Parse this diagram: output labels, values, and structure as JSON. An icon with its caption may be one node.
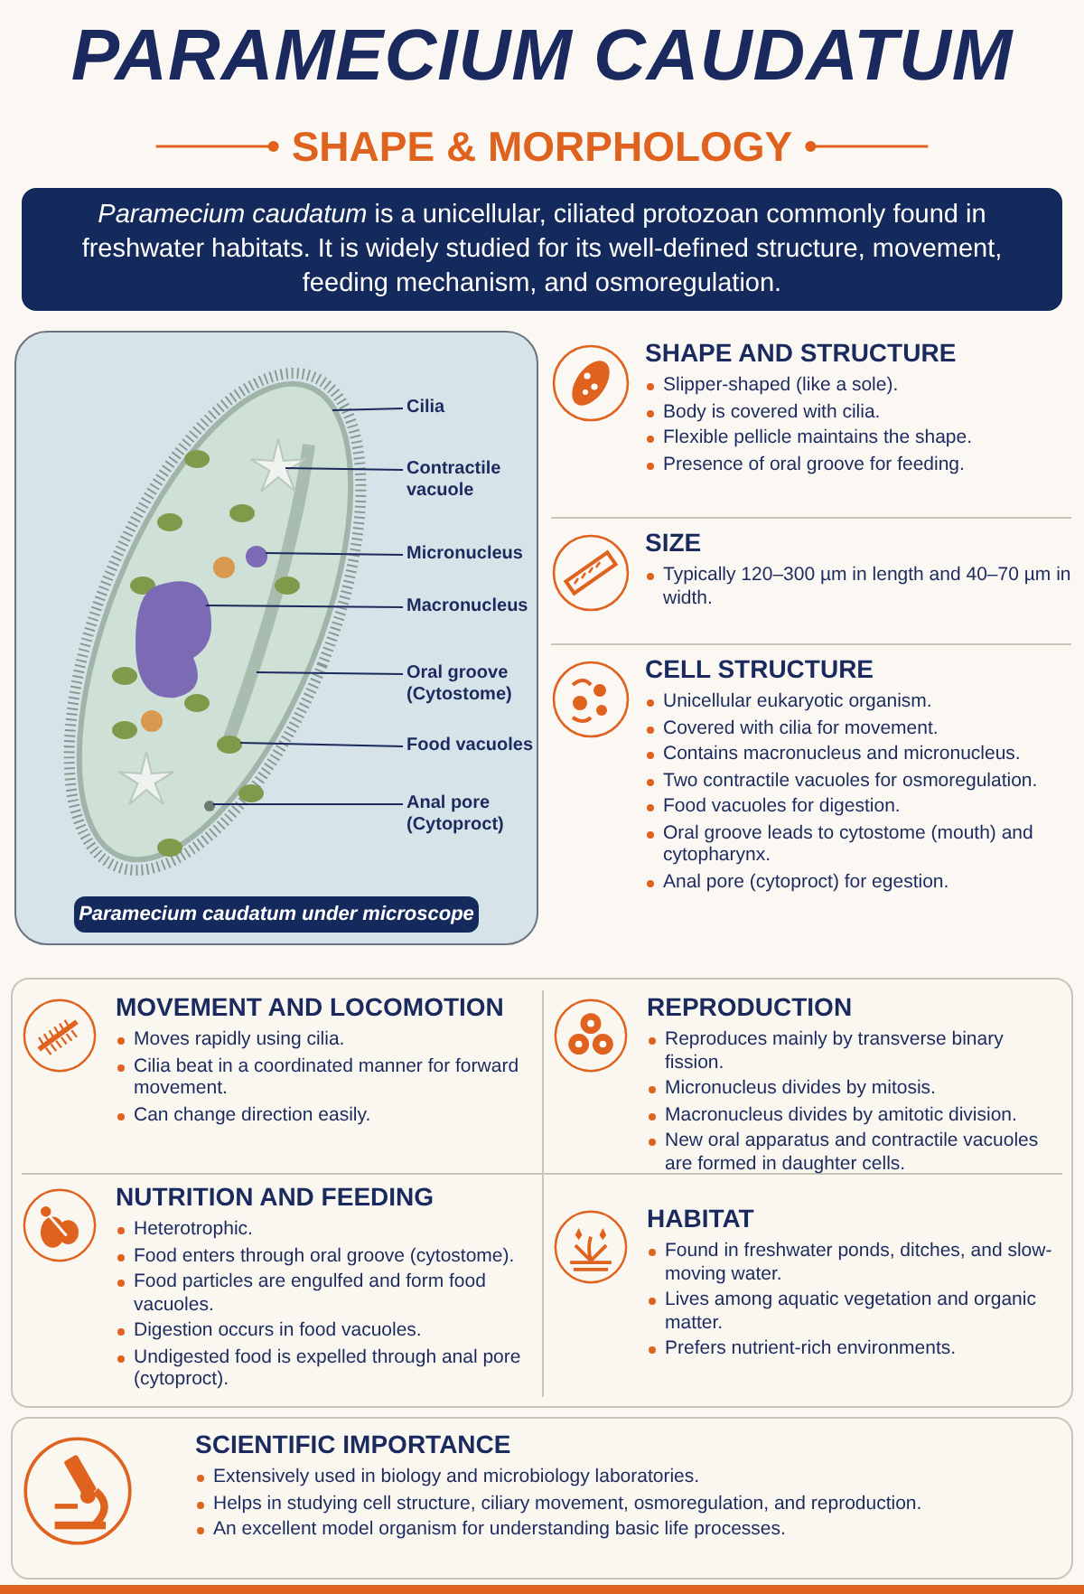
{
  "diagram": {
    "title": "PARAMECIUM CAUDATUM",
    "nodes": [
      {
        "text": [
          "*Paramecium caudatum* is a unicellular, ciliated protozoan commonly found in freshwater habitats. It is widely studied for its well-defined structure, movement, feeding mechanism, and osmoregulation."
        ]
      },
      {
        "text": [],
        "shape": "picture"
      },
      {
        "text": [
          "Cilia"
        ],
        "in": 1
      },
      {
        "text": [
          "Contractile vacuole"
        ],
        "in": 1
      },
      {
        "text": [
          "Micronucleus"
        ],
        "in": 1
      },
      {
        "text": [
          "Macronucleus"
        ],
        "in": 1
      },
      {
        "text": [
          "Oral groove (Cytostome)"
        ],
        "in": 1
      },
      {
        "text": [
          "Food vacuoles"
        ],
        "in": 1
      },
      {
        "text": [
          "Anal pore (Cytoproct)"
        ],
        "in": 1
      },
      {
        "text": [
          "Paramecium caudatum under microscope"
        ],
        "in": 1
      },
      {
        "text": [
          "SHAPE AND STRUCTURE",
          "Slipper-shaped (like a sole).",
          "Body is covered with cilia.",
          "Flexible pellicle maintains the shape.",
          "Presence of oral groove for feeding."
        ]
      },
      {
        "text": [
          "SIZE",
          "Typically 120–300 µm in length and 40–70 µm in width."
        ]
      },
      {
        "text": [
          "CELL STRUCTURE",
          "Unicellular eukaryotic organism.",
          "Covered with cilia for movement.",
          "Contains macronucleus and micronucleus.",
          "Two contractile vacuoles for osmoregulation.",
          "Food vacuoles for digestion.",
          "Oral groove leads to cytostome (mouth) and cytopharynx.",
          "Anal pore (cytoproct) for egestion."
        ]
      },
      {
        "text": [
          "MOVEMENT AND LOCOMOTION",
          "Moves rapidly using cilia.",
          "Cilia beat in a coordinated manner for forward movement.",
          "Can change direction easily."
        ]
      },
      {
        "text": [
          "REPRODUCTION",
          "Reproduces mainly by transverse binary fission.",
          "Micronucleus divides by mitosis.",
          "Macronucleus divides by amitotic division.",
          "New oral apparatus and contractile vacuoles are formed in daughter cells."
        ]
      },
      {
        "text": [
          "NUTRITION AND FEEDING",
          "Heterotrophic.",
          "Food enters through oral groove (cytostome).",
          "Food particles are engulfed and form food vacuoles.",
          "Digestion occurs in food vacuoles.",
          "Undigested food is expelled through anal pore (cytoproct)."
        ]
      },
      {
        "text": [
          "HABITAT",
          "Found in freshwater ponds, ditches, and slow-moving water.",
          "Lives among aquatic vegetation and organic matter.",
          "Prefers nutrient-rich environments."
        ]
      },
      {
        "text": [
          "SCIENTIFIC IMPORTANCE",
          "Extensively used in biology and microbiology laboratories.",
          "Helps in studying cell structure, ciliary movement, osmoregulation, and reproduction.",
          "An excellent model organism for understanding basic life processes."
        ]
      }
    ],
    "edges": [
      {
        "from": 2,
        "to": null,
        "arrow": "none"
      },
      {
        "from": 3,
        "to": null,
        "arrow": "none"
      },
      {
        "from": 4,
        "to": null,
        "arrow": "none"
      },
      {
        "from": 5,
        "to": null,
        "arrow": "none"
      },
      {
        "from": 6,
        "to": null,
        "arrow": "none"
      },
      {
        "from": 7,
        "to": null,
        "arrow": "none"
      },
      {
        "from": 8,
        "to": null,
        "arrow": "none"
      }
    ],
    "labels": [
      "SHAPE & MORPHOLOGY"
    ]
  }
}
